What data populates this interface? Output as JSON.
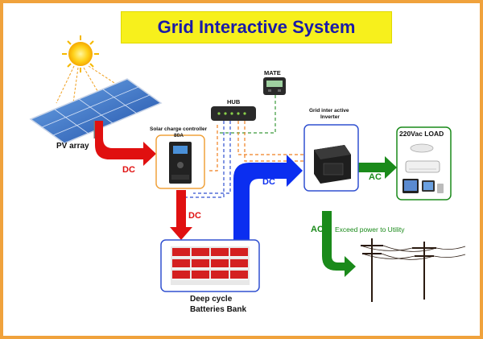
{
  "title": "Grid Interactive System",
  "components": {
    "pv_array": "PV array",
    "charge_controller_label": "Solar charge controller",
    "charge_controller_rating": "80A",
    "hub": "HUB",
    "mate": "MATE",
    "inverter_line1": "Grid inter active",
    "inverter_line2": "Inverter",
    "load": "220Vac LOAD",
    "batteries_line1": "Deep cycle",
    "batteries_line2": "Batteries Bank"
  },
  "flows": {
    "pv_to_controller": "DC",
    "controller_to_batteries": "DC",
    "batteries_to_inverter": "DC",
    "inverter_to_load": "AC",
    "inverter_to_utility": "AC",
    "utility_note": "Exceed power to Utility"
  },
  "colors": {
    "title_bg": "#f7f01c",
    "title_text": "#1a1aa8",
    "frame": "#f0a23c",
    "dc_red": "#e01010",
    "dc_blue": "#0b2ef0",
    "ac_green": "#1a8a1a",
    "comm_orange": "#f08020",
    "comm_blue": "#3050d0",
    "comm_green": "#3a9a3a"
  }
}
